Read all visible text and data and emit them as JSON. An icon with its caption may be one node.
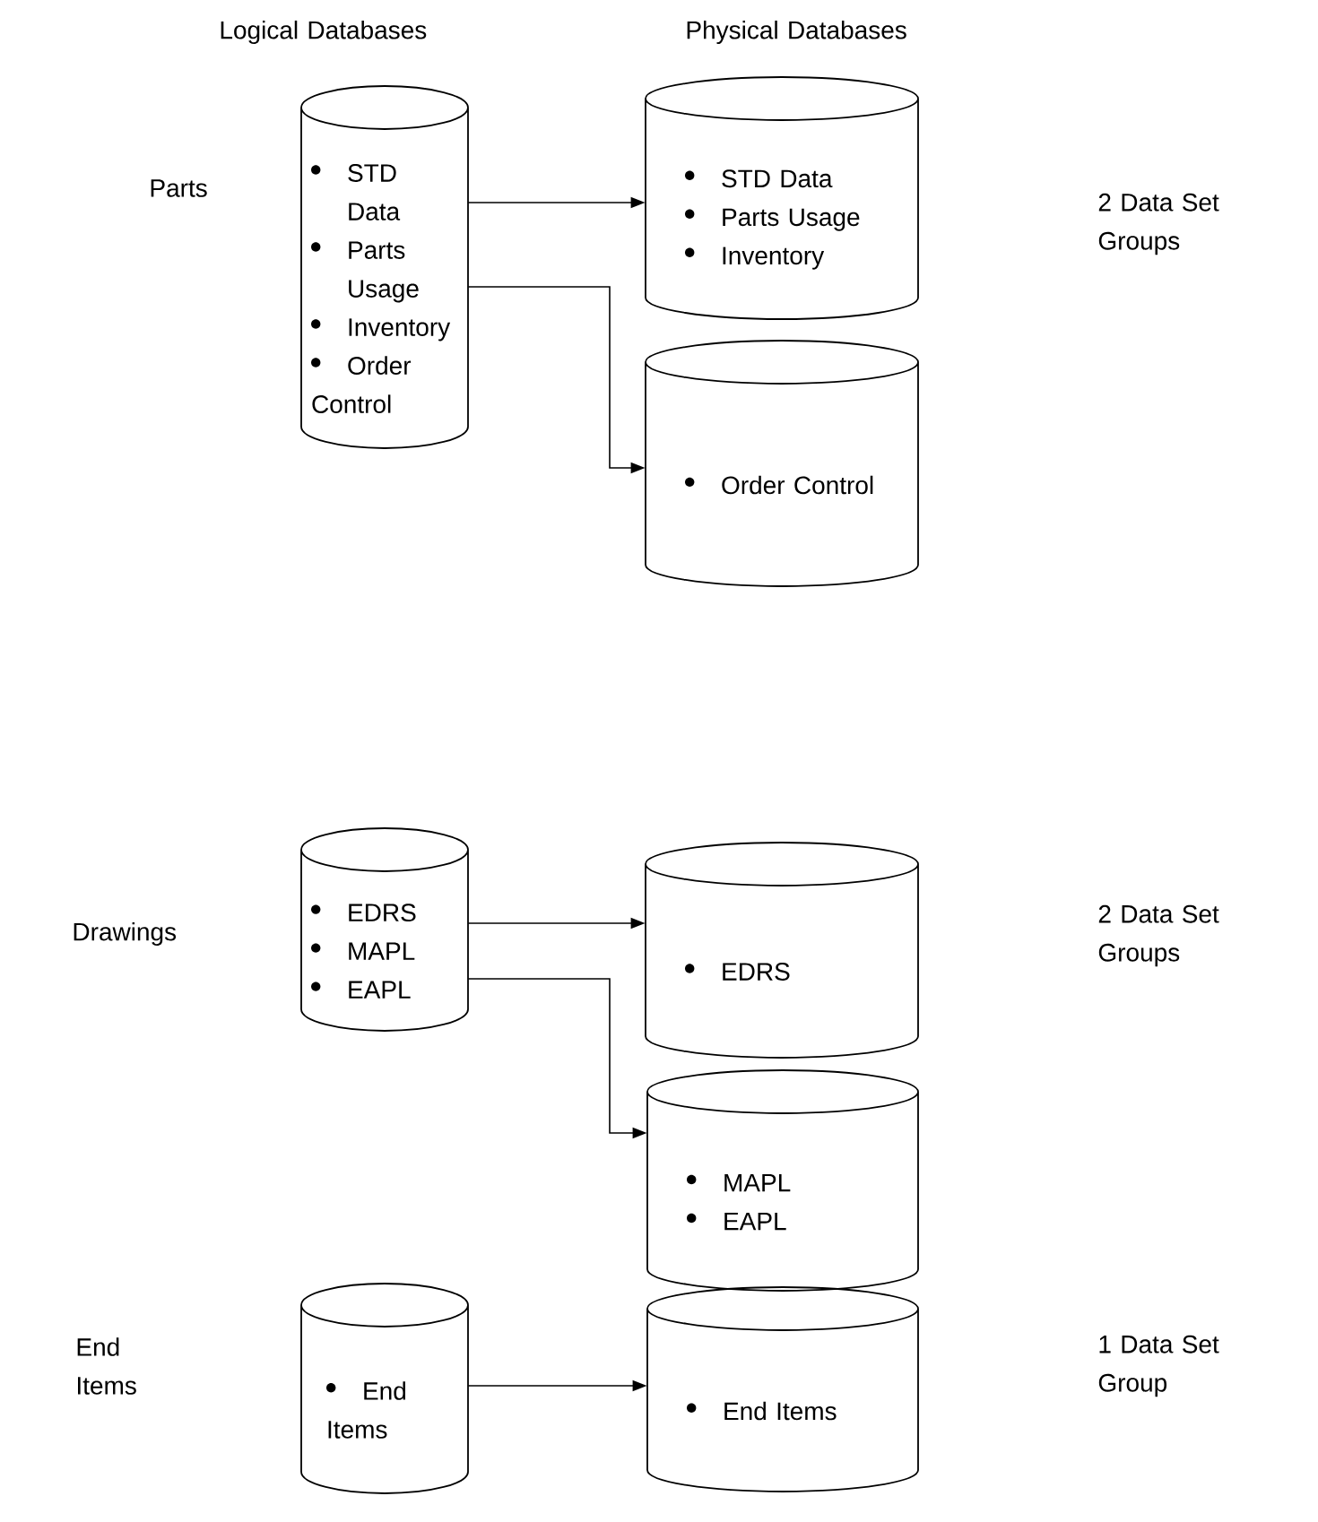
{
  "diagram": {
    "nodes": [
      {
        "text": [
          "STD Data",
          "Parts Usage",
          "Inventory",
          "Order Control"
        ]
      },
      {
        "text": [
          "STD Data",
          "Parts Usage",
          "Inventory"
        ]
      },
      {
        "text": [
          "Order Control"
        ]
      },
      {
        "text": [
          "EDRS",
          "MAPL",
          "EAPL"
        ]
      },
      {
        "text": [
          "EDRS"
        ]
      },
      {
        "text": [
          "MAPL",
          "EAPL"
        ]
      },
      {
        "text": [
          "End Items"
        ]
      },
      {
        "text": [
          "End Items"
        ]
      }
    ],
    "edges": [
      {
        "from": 0,
        "to": 1,
        "arrow": "to"
      },
      {
        "from": 0,
        "to": 2,
        "arrow": "to"
      },
      {
        "from": 3,
        "to": 4,
        "arrow": "to"
      },
      {
        "from": 3,
        "to": 5,
        "arrow": "to"
      },
      {
        "from": 6,
        "to": 7,
        "arrow": "to"
      }
    ],
    "labels": [
      "Logical Databases",
      "Physical Databases",
      "Parts",
      "2 Data Set Groups",
      "Drawings",
      "2 Data Set Groups",
      "End Items",
      "1 Data Set Group"
    ]
  }
}
